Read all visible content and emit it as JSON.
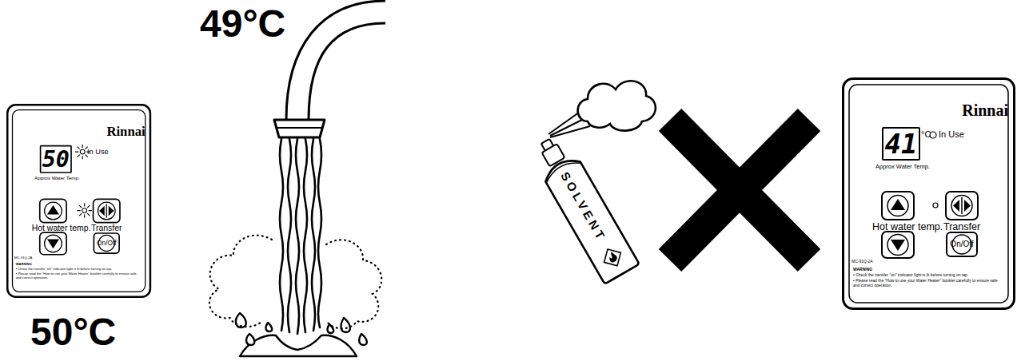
{
  "diagram": {
    "nodes": [
      {
        "text": [
          "Rinnai",
          "In Use",
          "Approx Water Temp.",
          "Hot water temp.",
          "Transfer",
          "MC-91Q-2A",
          "WARNING",
          "• Check the transfer \"on\" indicator light is lit before turning on tap.",
          "• Please read the \"How to use your Water Heater\" booklet carefully to ensure safe and correct operation."
        ]
      },
      {
        "text": [
          "50"
        ],
        "in": 0
      },
      {
        "text": [
          "On/Off"
        ],
        "in": 0
      },
      {
        "text": [
          "SOLVENT"
        ]
      },
      {
        "text": [
          "Rinnai",
          "°C",
          "In Use",
          "Approx Water Temp.",
          "Hot water temp.",
          "Transfer",
          "MC-91Q-2A",
          "WARNING",
          "• Check the transfer \"on\" indicator light is lit before turning on tap.",
          "• Please read the \"How to use your Water Heater\" booklet carefully to ensure safe and correct operation."
        ]
      },
      {
        "text": [
          "41"
        ],
        "in": 4
      },
      {
        "text": [
          "On/Off"
        ],
        "in": 4
      }
    ],
    "labels": [
      "49°C",
      "50°C"
    ]
  }
}
